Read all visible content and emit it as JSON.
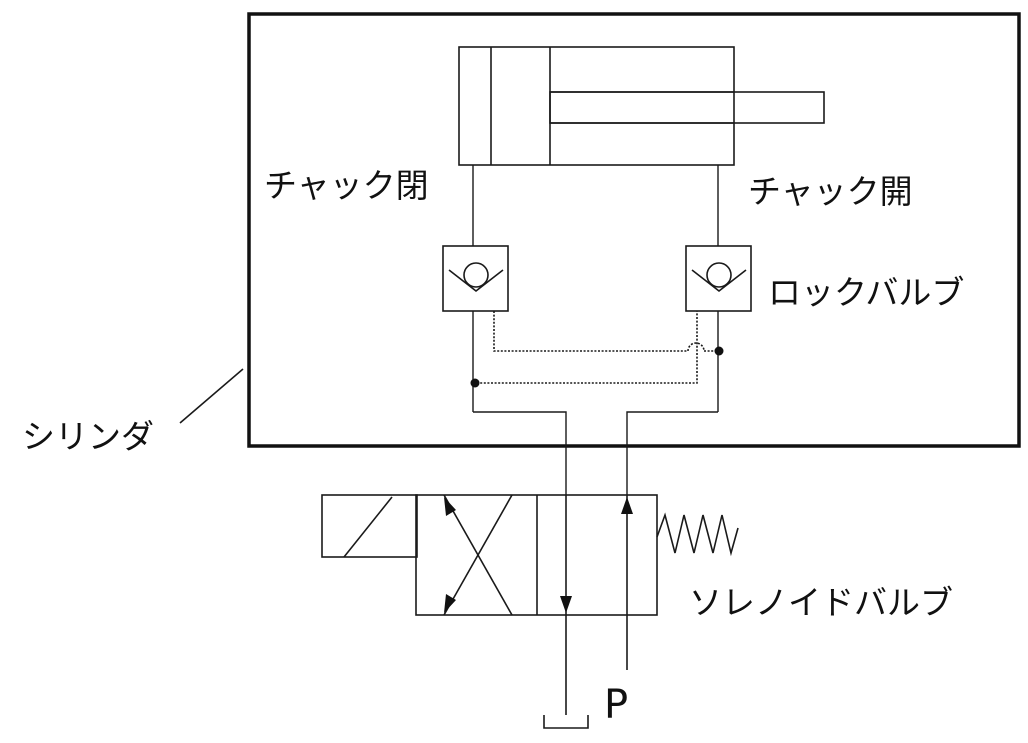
{
  "labels": {
    "chuck_close_left": "チャック閉",
    "chuck_close_right": "チャック開",
    "lock_valve": "ロックバルブ",
    "cylinder": "シリンダ",
    "solenoid_valve": "ソレノイドバルブ",
    "pressure_port": "P"
  },
  "colors": {
    "line": "#1a1a1a",
    "background": "#ffffff"
  },
  "icons": {
    "cylinder_symbol": "double-acting-cylinder-icon",
    "check_valve_symbol": "pilot-check-valve-icon",
    "solenoid_symbol": "solenoid-actuator-icon",
    "spring_symbol": "spring-return-icon",
    "tank_symbol": "tank-return-icon"
  }
}
